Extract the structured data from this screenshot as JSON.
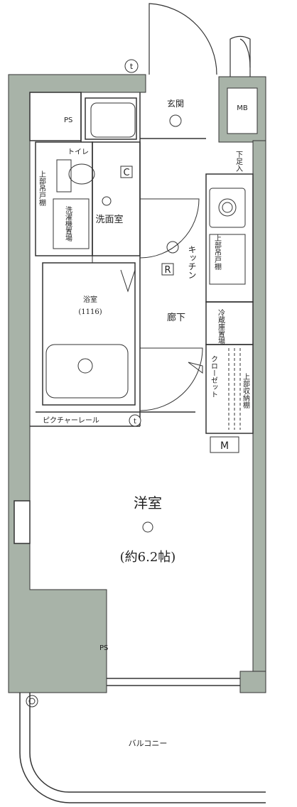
{
  "labels": {
    "entrance": "玄関",
    "mb": "MB",
    "ps_top": "PS",
    "ps_bottom": "PS",
    "toilet": "トイレ",
    "upper_cabinet_left": "上部吊戸棚",
    "washer_area": "洗濯機置場",
    "washroom": "洗面室",
    "shoe_box": "下足入",
    "kitchen": "キッチン",
    "upper_cabinet_kitchen": "上部吊戸棚",
    "bathroom": "浴室",
    "bathroom_size": "(1116)",
    "hallway": "廊下",
    "fridge_area": "冷蔵庫置場",
    "closet": "クローゼット",
    "upper_storage": "上部収納棚",
    "picture_rail": "ピクチャーレール",
    "western_room": "洋室",
    "western_room_size": "(約6.2帖)",
    "balcony": "バルコニー",
    "symbol_c": "C",
    "symbol_r": "R",
    "symbol_m": "M",
    "symbol_t": "t"
  },
  "colors": {
    "wall_fill": "#a8b3a8",
    "line": "#333333"
  }
}
